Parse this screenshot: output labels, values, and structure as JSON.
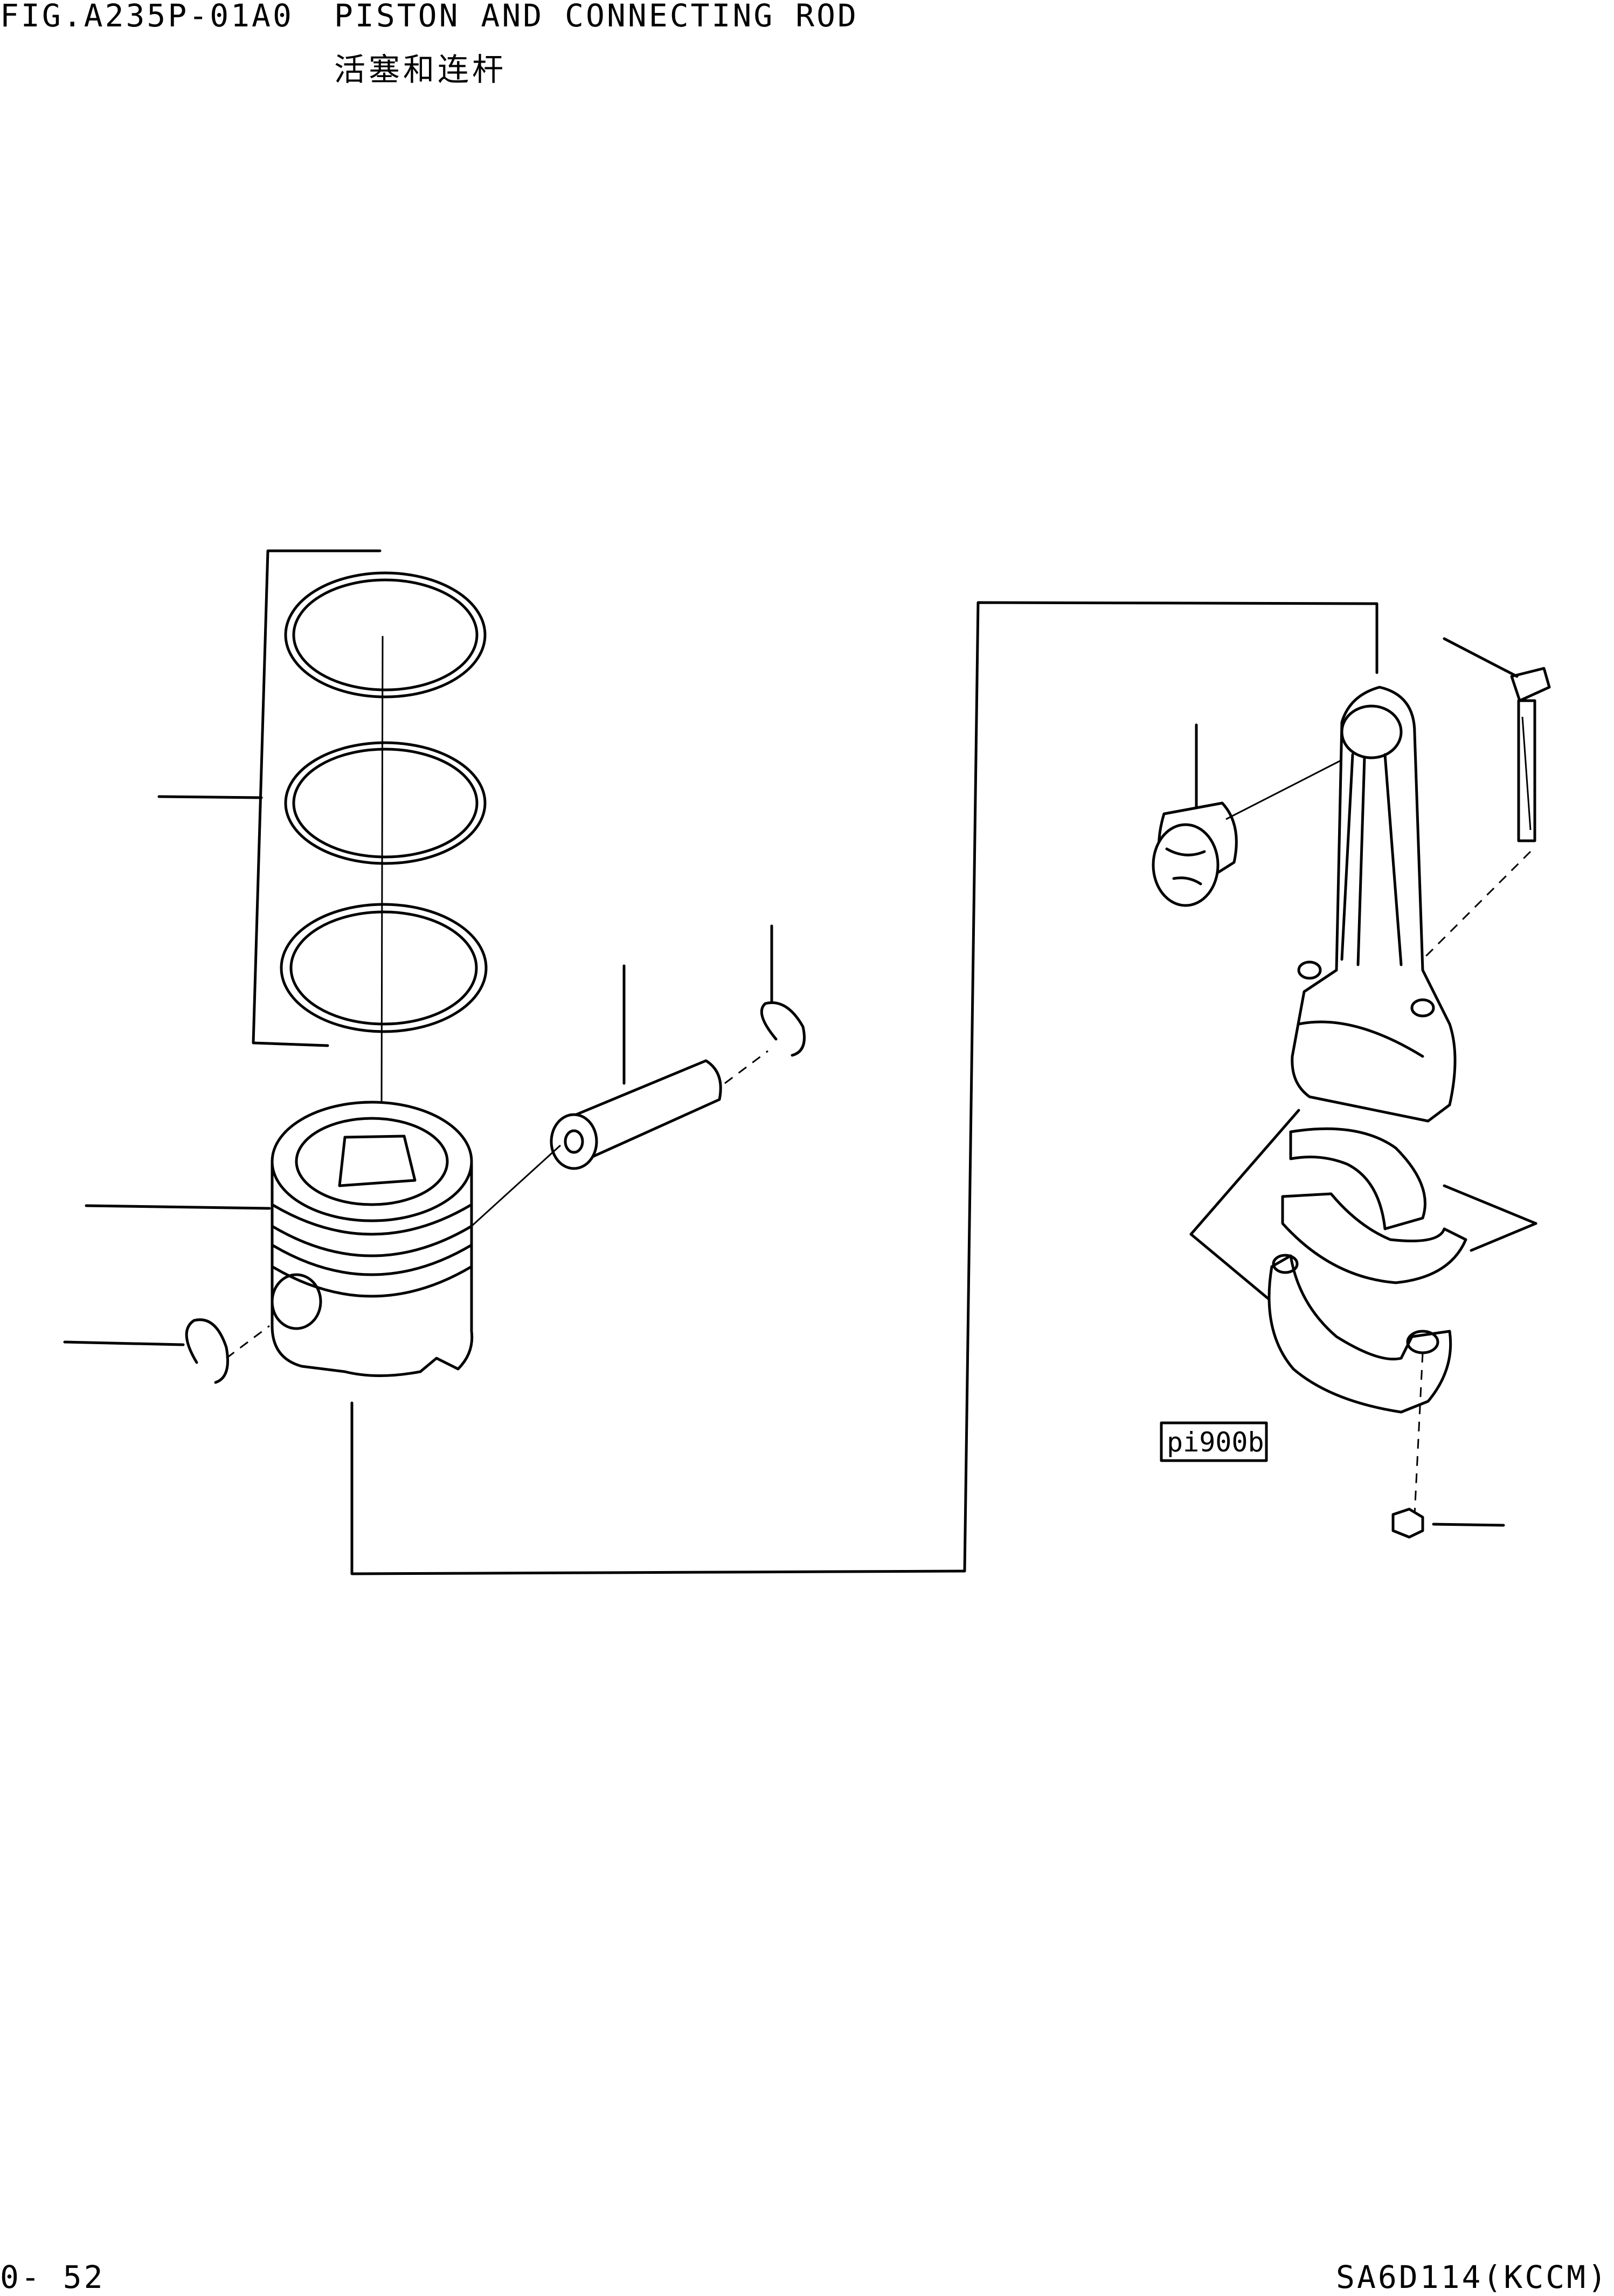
{
  "header": {
    "fig_id": "FIG.A235P-01A0",
    "title_en": "PISTON AND CONNECTING ROD",
    "title_cn": "活塞和连杆"
  },
  "footer": {
    "page": "0- 52",
    "model": "SA6D114(KCCM)"
  },
  "diagram": {
    "ref_label": "pi900b",
    "parts": [
      "piston-ring",
      "piston",
      "snap-ring",
      "piston-pin",
      "connecting-rod-bushing",
      "connecting-rod-bolt",
      "connecting-rod",
      "connecting-rod-bearing",
      "connecting-rod-nut"
    ]
  }
}
